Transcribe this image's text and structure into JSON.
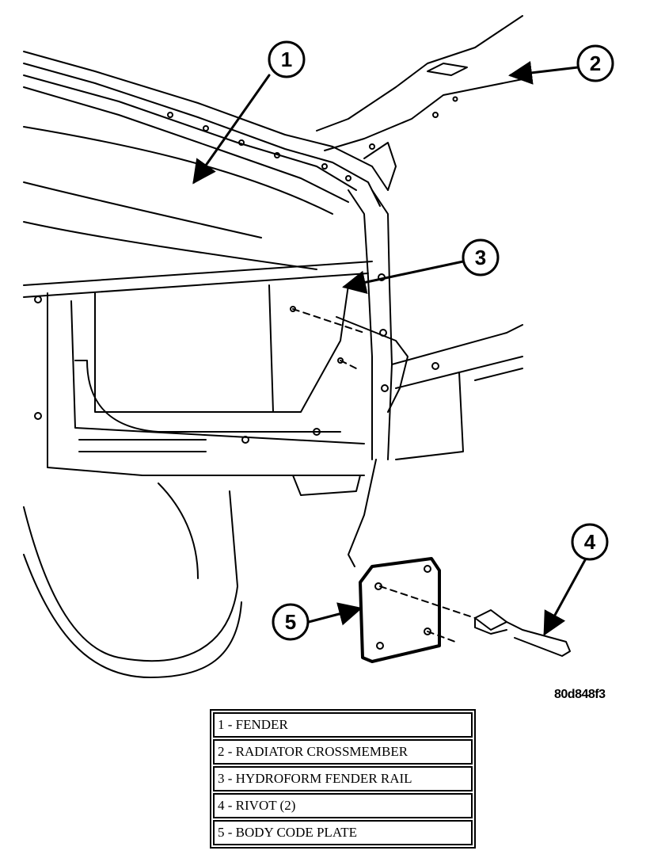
{
  "figure": {
    "callouts": [
      {
        "number": "1",
        "text": "FENDER"
      },
      {
        "number": "2",
        "text": "RADIATOR CROSSMEMBER"
      },
      {
        "number": "3",
        "text": "HYDROFORM FENDER RAIL"
      },
      {
        "number": "4",
        "text": "RIVOT (2)"
      },
      {
        "number": "5",
        "text": "BODY CODE PLATE"
      }
    ],
    "figure_id": "80d848f3"
  },
  "legend": {
    "rows": [
      "1 - FENDER",
      "2 - RADIATOR CROSSMEMBER",
      "3 - HYDROFORM FENDER RAIL",
      "4 - RIVOT (2)",
      "5 - BODY CODE PLATE"
    ]
  }
}
